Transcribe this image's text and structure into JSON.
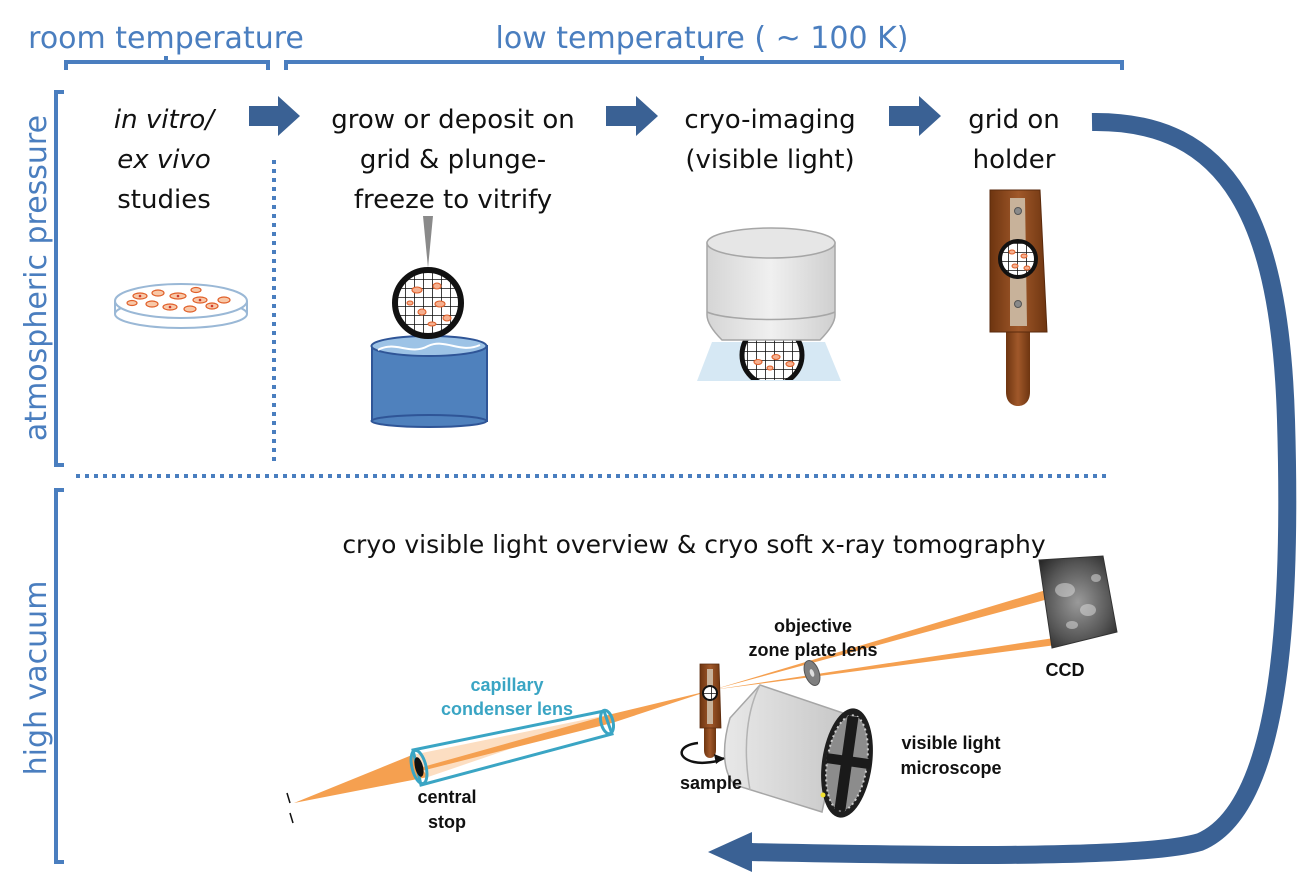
{
  "header": {
    "room_temperature": "room temperature",
    "low_temperature": "low temperature ( ~ 100 K)"
  },
  "side_labels": {
    "atmospheric_pressure": "atmospheric pressure",
    "high_vacuum": "high vacuum"
  },
  "steps": {
    "invitro": {
      "line1": "in vitro/",
      "line2": "ex vivo",
      "line3": "studies"
    },
    "grow": {
      "line1": "grow or deposit on",
      "line2": "grid  & plunge-",
      "line3": "freeze to vitrify"
    },
    "cryoimaging": {
      "line1": "cryo-imaging",
      "line2": "(visible light)"
    },
    "holder": {
      "line1": "grid on",
      "line2": "holder"
    }
  },
  "vacuum_section": {
    "title": "cryo visible light overview & cryo soft x-ray tomography",
    "labels": {
      "objective_line1": "objective",
      "objective_line2": "zone plate lens",
      "ccd": "CCD",
      "capillary_line1": "capillary",
      "capillary_line2": "condenser lens",
      "vlm_line1": "visible light",
      "vlm_line2": "microscope",
      "sample": "sample",
      "central_line1": "central",
      "central_line2": "stop"
    }
  },
  "colors": {
    "accent_blue": "#4a7ebf",
    "arrow_blue": "#3a6194",
    "beam_orange": "#f5a050",
    "capillary_cyan": "#3aa5c4",
    "holder_brown": "#8b4a1d",
    "liquid_blue": "#4f81bd"
  },
  "icons": [
    "petri-dish-icon",
    "grid-icon",
    "plunge-freezer-icon",
    "objective-icon",
    "sample-holder-icon",
    "ccd-detector-icon",
    "zone-plate-icon",
    "capillary-icon",
    "microscope-icon",
    "rotation-arrow-icon"
  ]
}
